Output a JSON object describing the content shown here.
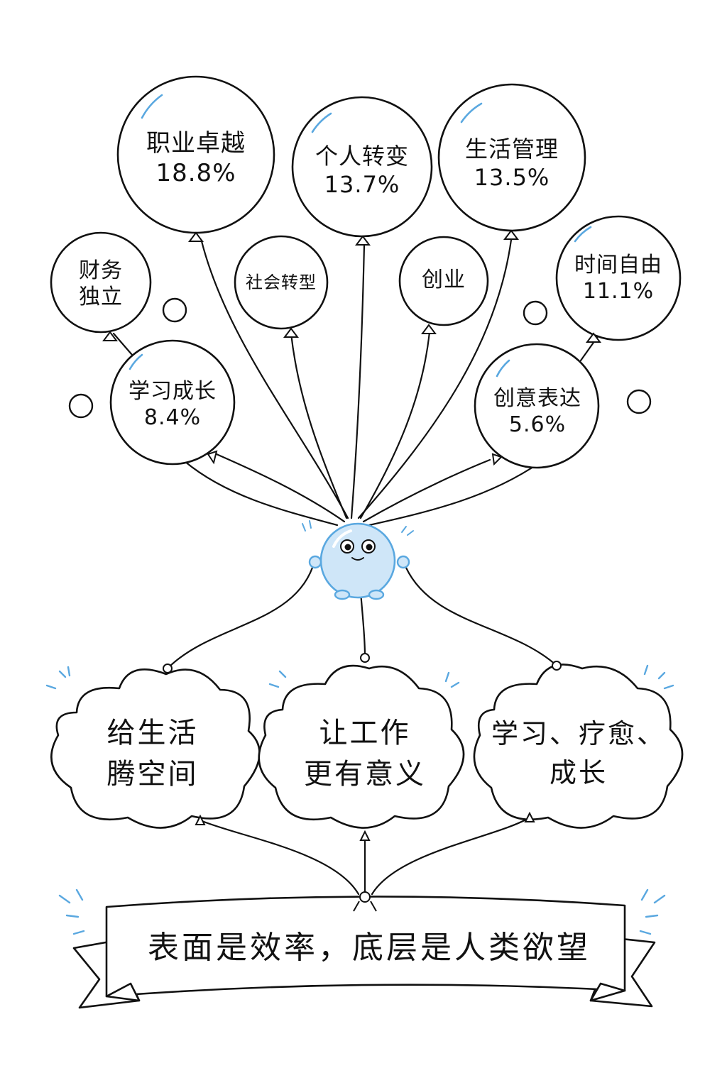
{
  "balloons": {
    "career": {
      "label": "职业卓越",
      "percent": "18.8%"
    },
    "personal": {
      "label": "个人转变",
      "percent": "13.7%"
    },
    "life": {
      "label": "生活管理",
      "percent": "13.5%"
    },
    "finance": {
      "label_line1": "财务",
      "label_line2": "独立"
    },
    "social": {
      "label": "社会转型"
    },
    "startup": {
      "label": "创业"
    },
    "time": {
      "label": "时间自由",
      "percent": "11.1%"
    },
    "learning": {
      "label": "学习成长",
      "percent": "8.4%"
    },
    "creative": {
      "label": "创意表达",
      "percent": "5.6%"
    }
  },
  "clouds": {
    "left": {
      "line1": "给生活",
      "line2": "腾空间"
    },
    "middle": {
      "line1": "让工作",
      "line2": "更有意义"
    },
    "right": {
      "line1": "学习、疗愈、",
      "line2": "成长"
    }
  },
  "banner": {
    "text": "表面是效率，底层是人类欲望"
  },
  "colors": {
    "ink": "#111111",
    "accent": "#5aa8e0",
    "mascot_fill": "#cfe6f8"
  }
}
